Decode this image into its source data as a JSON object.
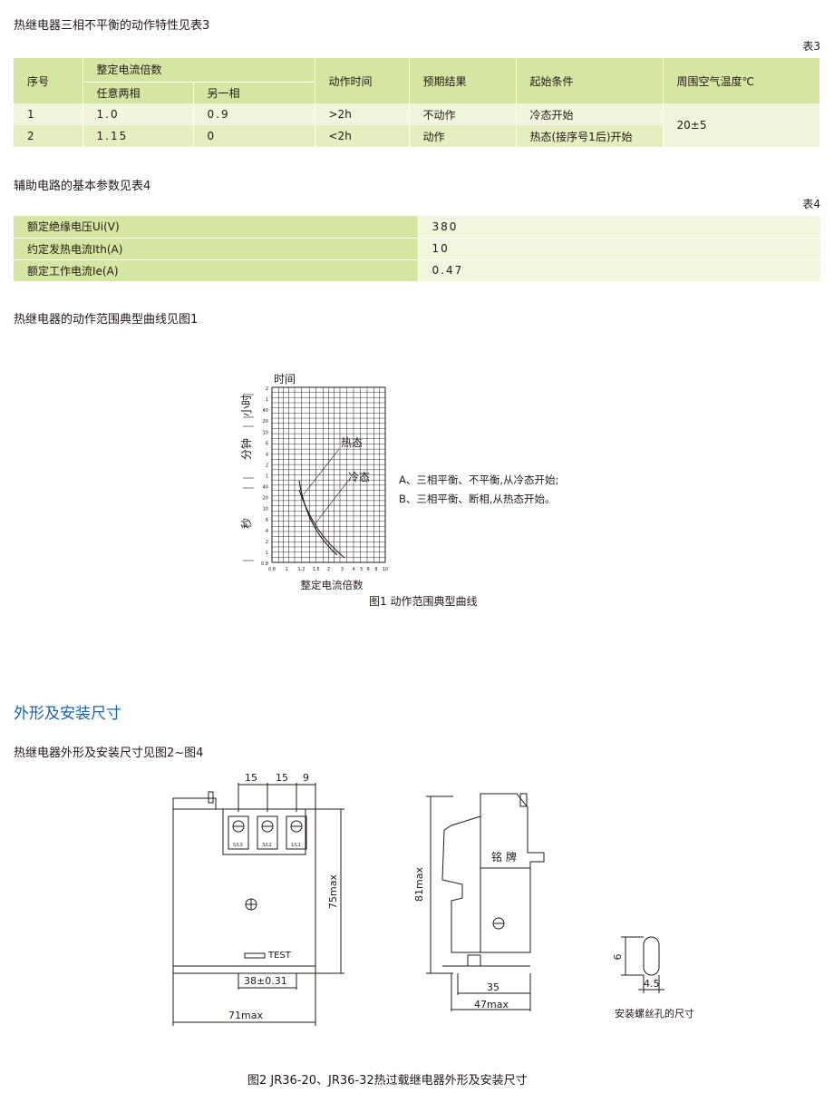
{
  "intro_table3": "热继电器三相不平衡的动作特性见表3",
  "table3": {
    "label": "表3",
    "headers": {
      "seq": "序号",
      "multiple": "整定电流倍数",
      "any_two": "任意两相",
      "other_one": "另一相",
      "time": "动作时间",
      "result": "预期结果",
      "start": "起始条件",
      "temp": "周围空气温度℃"
    },
    "rows": [
      {
        "seq": "1",
        "any_two": "1.0",
        "other_one": "0.9",
        "time": ">2h",
        "result": "不动作",
        "start": "冷态开始"
      },
      {
        "seq": "2",
        "any_two": "1.15",
        "other_one": "0",
        "time": "<2h",
        "result": "动作",
        "start": "热态(接序号1后)开始"
      }
    ],
    "temp_value": "20±5"
  },
  "intro_table4": "辅助电路的基本参数见表4",
  "table4": {
    "label": "表4",
    "rows": [
      {
        "key": "额定绝缘电压Ui(V)",
        "value": "380"
      },
      {
        "key": "约定发热电流Ith(A)",
        "value": "10"
      },
      {
        "key": "额定工作电流Ie(A)",
        "value": "0.47"
      }
    ]
  },
  "intro_fig1": "热继电器的动作范围典型曲线见图1",
  "fig1": {
    "y_title": "时间",
    "unit_hours": "小时",
    "unit_minutes": "分钟",
    "unit_seconds": "秒",
    "y_ticks": [
      "2",
      "1",
      "40",
      "20",
      "10",
      "6",
      "4",
      "2",
      "1",
      "40",
      "20",
      "10",
      "6",
      "4",
      "2",
      "1",
      "0.8"
    ],
    "x_ticks": [
      "0.8",
      "1",
      "1.2",
      "1.5",
      "2",
      "3",
      "4",
      "5",
      "6",
      "8",
      "10"
    ],
    "x_title": "整定电流倍数",
    "curve_hot": "热态",
    "curve_cold": "冷态",
    "note_a": "A、三相平衡、不平衡,从冷态开始;",
    "note_b": "B、三相平衡、断相,从热态开始。",
    "caption": "图1  动作范围典型曲线"
  },
  "section_title": "外形及安装尺寸",
  "intro_fig2": "热继电器外形及安装尺寸见图2~图4",
  "fig2": {
    "dim_15a": "15",
    "dim_15b": "15",
    "dim_9": "9",
    "term_1": "1/L1",
    "term_2": "3/L2",
    "term_3": "5/L3",
    "test": "TEST",
    "dim_38": "38±0.31",
    "dim_71": "71max",
    "dim_75": "75max",
    "dim_81": "81max",
    "nameplate": "铭  牌",
    "dim_35": "35",
    "dim_47": "47max",
    "dim_6": "6",
    "dim_45": "4.5",
    "hole_label": "安装螺丝孔的尺寸",
    "caption": "图2  JR36-20、JR36-32热过载继电器外形及安装尺寸"
  }
}
